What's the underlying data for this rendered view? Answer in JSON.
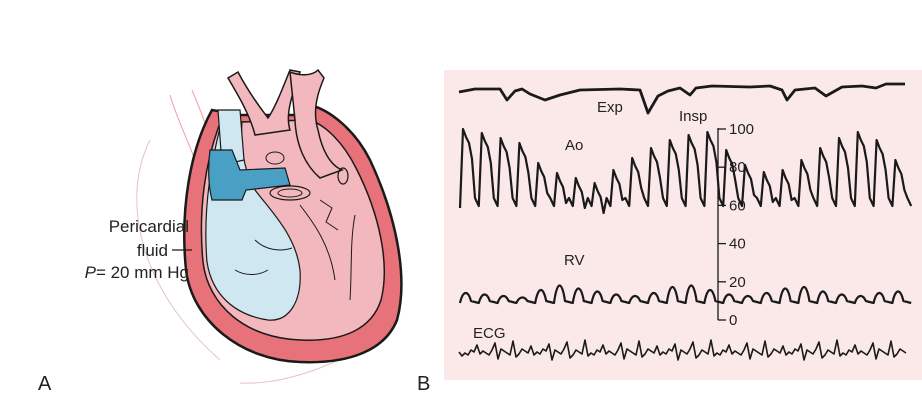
{
  "panel_a": {
    "letter": "A",
    "label_line1": "Pericardial",
    "label_line2": "fluid",
    "label_line3_var": "P",
    "label_line3_rest": "= 20 mm Hg"
  },
  "panel_b": {
    "letter": "B",
    "resp_exp": "Exp",
    "resp_insp": "Insp",
    "trace_ao": "Ao",
    "trace_rv": "RV",
    "trace_ecg": "ECG",
    "scale_ticks": [
      "100",
      "80",
      "60",
      "40",
      "20",
      "0"
    ]
  },
  "colors": {
    "panel_b_background": "#fbe9ea",
    "pericardium": "#e8727a",
    "heart_inner": "#f3b8bd",
    "right_ventricle": "#cfe7f1",
    "vein": "#4a9fc4",
    "trace": "#1a1a1a"
  }
}
